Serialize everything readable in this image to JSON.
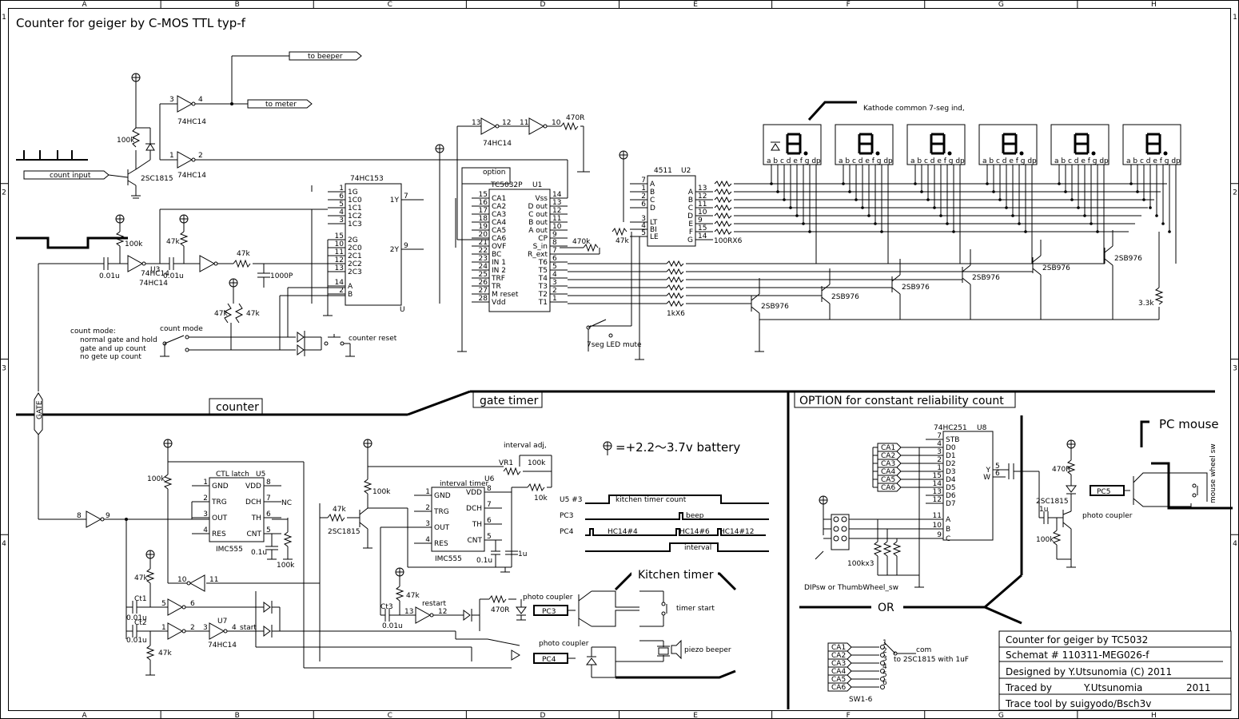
{
  "title": "Counter for geiger  by C-MOS TTL typ-f",
  "border": {
    "col_labels": [
      "A",
      "B",
      "C",
      "D",
      "E",
      "F",
      "G",
      "H"
    ],
    "row_labels": [
      "1",
      "2",
      "3",
      "4"
    ]
  },
  "sections": {
    "counter": "counter",
    "gate_timer": "gate timer",
    "option": "OPTION for constant reliability count",
    "or": "OR",
    "kitchen_timer": "Kitchen timer",
    "pc_mouse": "PC mouse",
    "gate": "GATE"
  },
  "battery_note": "=+2.2～3.7v battery",
  "top_left": {
    "to_beeper": "to beeper",
    "to_meter": "to meter",
    "count_input": "count input",
    "inv_chip": "74HC14",
    "transistor": "2SC1815",
    "r100k": "100k",
    "pins": [
      "3",
      "4",
      "1",
      "2"
    ]
  },
  "mux": {
    "name": "74HC153",
    "unit": "U",
    "left_pins": [
      {
        "pin": "1",
        "label": "1G"
      },
      {
        "pin": "6",
        "label": "1C0"
      },
      {
        "pin": "5",
        "label": "1C1"
      },
      {
        "pin": "4",
        "label": "1C2"
      },
      {
        "pin": "3",
        "label": "1C3"
      },
      {
        "pin": "15",
        "label": "2G"
      },
      {
        "pin": "10",
        "label": "2C0"
      },
      {
        "pin": "11",
        "label": "2C1"
      },
      {
        "pin": "12",
        "label": "2C2"
      },
      {
        "pin": "13",
        "label": "2C3"
      },
      {
        "pin": "14",
        "label": "A"
      },
      {
        "pin": "2",
        "label": "B"
      }
    ],
    "right_pins": [
      {
        "pin": "7",
        "label": "1Y"
      },
      {
        "pin": "9",
        "label": "2Y"
      }
    ]
  },
  "counter_chip": {
    "name": "TC5032P",
    "unit": "U1",
    "option": "option",
    "left_pins": [
      {
        "pin": "15",
        "label": "CA1"
      },
      {
        "pin": "16",
        "label": "CA2"
      },
      {
        "pin": "17",
        "label": "CA3"
      },
      {
        "pin": "18",
        "label": "CA4"
      },
      {
        "pin": "19",
        "label": "CA5"
      },
      {
        "pin": "20",
        "label": "CA6"
      },
      {
        "pin": "21",
        "label": "OVF"
      },
      {
        "pin": "22",
        "label": "BC"
      },
      {
        "pin": "23",
        "label": "IN 1"
      },
      {
        "pin": "24",
        "label": "IN 2"
      },
      {
        "pin": "25",
        "label": "TRF"
      },
      {
        "pin": "26",
        "label": "TR"
      },
      {
        "pin": "27",
        "label": "M reset"
      },
      {
        "pin": "28",
        "label": "Vdd"
      }
    ],
    "right_pins": [
      {
        "pin": "14",
        "label": "Vss"
      },
      {
        "pin": "13",
        "label": "D out"
      },
      {
        "pin": "12",
        "label": "C out"
      },
      {
        "pin": "11",
        "label": "B out"
      },
      {
        "pin": "10",
        "label": "A out"
      },
      {
        "pin": "9",
        "label": "CP"
      },
      {
        "pin": "8",
        "label": "S_in"
      },
      {
        "pin": "7",
        "label": "R_ext"
      },
      {
        "pin": "6",
        "label": "T6"
      },
      {
        "pin": "5",
        "label": "T5"
      },
      {
        "pin": "4",
        "label": "T4"
      },
      {
        "pin": "3",
        "label": "T3"
      },
      {
        "pin": "2",
        "label": "T2"
      },
      {
        "pin": "1",
        "label": "T1"
      }
    ],
    "r470k": "470k",
    "r47k": "47k"
  },
  "decoder": {
    "name": "4511",
    "unit": "U2",
    "left_pins": [
      {
        "pin": "7",
        "label": "A"
      },
      {
        "pin": "1",
        "label": "B"
      },
      {
        "pin": "2",
        "label": "C"
      },
      {
        "pin": "6",
        "label": "D"
      },
      {
        "pin": "3",
        "label": "LT"
      },
      {
        "pin": "4",
        "label": "BI"
      },
      {
        "pin": "5",
        "label": "LE"
      }
    ],
    "right_pins": [
      {
        "pin": "13",
        "label": "A"
      },
      {
        "pin": "12",
        "label": "B"
      },
      {
        "pin": "11",
        "label": "C"
      },
      {
        "pin": "10",
        "label": "D"
      },
      {
        "pin": "9",
        "label": "E"
      },
      {
        "pin": "15",
        "label": "F"
      },
      {
        "pin": "14",
        "label": "G"
      }
    ],
    "resistor_array": "100RX6",
    "base_array": "1kX6",
    "r470r": "470R",
    "inv": "74HC14"
  },
  "display": {
    "label": "Kathode common 7-seg ind,",
    "seg_letters": "a b c d e f g dp",
    "transistor": "2SB976",
    "r33k": "3.3k",
    "mute": "7seg LED mute"
  },
  "input_section": {
    "chip": "74HC14",
    "unit": "U3",
    "c1": "0.01u",
    "c2": "0.01u",
    "c3": "1000P",
    "r100k": "100k",
    "r47k": "47k",
    "count_mode_title": "count mode",
    "count_mode": [
      "count mode:",
      "normal   gate and hold",
      "gate and up count",
      "no gete up count"
    ],
    "counter_reset": "counter reset"
  },
  "latch": {
    "title": "CTL latch",
    "unit": "U5",
    "type": "IMC555",
    "left": [
      {
        "pin": "1",
        "label": "GND"
      },
      {
        "pin": "2",
        "label": "TRG"
      },
      {
        "pin": "3",
        "label": "OUT"
      },
      {
        "pin": "4",
        "label": "RES"
      }
    ],
    "right": [
      {
        "pin": "8",
        "label": "VDD"
      },
      {
        "pin": "7",
        "label": "DCH"
      },
      {
        "pin": "6",
        "label": "TH"
      },
      {
        "pin": "5",
        "label": "CNT"
      }
    ],
    "nc": "NC",
    "c01": "0.1u",
    "r100k": "100k",
    "r100k_b": "100k"
  },
  "interval": {
    "title": "interval timer",
    "unit": "U6",
    "type": "IMC555",
    "left": [
      {
        "pin": "1",
        "label": "GND"
      },
      {
        "pin": "2",
        "label": "TRG"
      },
      {
        "pin": "3",
        "label": "OUT"
      },
      {
        "pin": "4",
        "label": "RES"
      }
    ],
    "right": [
      {
        "pin": "8",
        "label": "VDD"
      },
      {
        "pin": "7",
        "label": "DCH"
      },
      {
        "pin": "6",
        "label": "TH"
      },
      {
        "pin": "5",
        "label": "CNT"
      }
    ],
    "adj": "interval adj,",
    "vr": "VR1",
    "r100k": "100k",
    "r10k": "10k",
    "c01": "0.1u",
    "c1": "1u",
    "r100k_b": "100k",
    "r47k": "47k",
    "tr": "2SC1815"
  },
  "gate_logic": {
    "chip": "74HC14",
    "unit": "U7",
    "ct1": "Ct1",
    "ct2": "Ct2",
    "ct3": "Ct3",
    "c001": "0.01u",
    "c001b": "0.01u",
    "c001c": "0.01u",
    "r47k": "47k",
    "r47k_b": "47k",
    "r47k_c": "47k",
    "start": "start",
    "restart": "restart",
    "r470r": "470R",
    "pins": [
      "8",
      "9",
      "10",
      "11",
      "5",
      "6",
      "1",
      "2",
      "3",
      "4",
      "13",
      "12"
    ]
  },
  "timing": {
    "rows": [
      "U5 #3",
      "PC3",
      "PC4"
    ],
    "kitchen_timer_count": "kitchen timer count",
    "beep": "beep",
    "hc14_4": "HC14#4",
    "hc14_6": "HC14#6",
    "hc14_12": "HC14#12",
    "interval": "interval"
  },
  "kitchen": {
    "photo_coupler": "photo coupler",
    "pc3": "PC3",
    "pc4": "PC4",
    "timer_start": "timer start",
    "piezo": "piezo beeper"
  },
  "option_mux": {
    "name": "74HC251",
    "unit": "U8",
    "left": [
      {
        "pin": "7",
        "label": "STB"
      },
      {
        "pin": "4",
        "label": "D0"
      },
      {
        "pin": "3",
        "label": "D1"
      },
      {
        "pin": "2",
        "label": "D2"
      },
      {
        "pin": "1",
        "label": "D3"
      },
      {
        "pin": "15",
        "label": "D4"
      },
      {
        "pin": "14",
        "label": "D5"
      },
      {
        "pin": "13",
        "label": "D6"
      },
      {
        "pin": "12",
        "label": "D7"
      },
      {
        "pin": "11",
        "label": "A"
      },
      {
        "pin": "10",
        "label": "B"
      },
      {
        "pin": "9",
        "label": "C"
      }
    ],
    "right": [
      {
        "pin": "5",
        "label": "Y"
      },
      {
        "pin": "6",
        "label": "W"
      }
    ],
    "ca": [
      "CA1",
      "CA2",
      "CA3",
      "CA4",
      "CA5",
      "CA6"
    ],
    "r100k3": "100kx3",
    "dip": "DIPsw or ThumbWheel_sw"
  },
  "mouse": {
    "r470r": "470R",
    "pc5": "PC5",
    "tr": "2SC1815",
    "c1u": "1u",
    "r100k": "100k",
    "pc": "photo coupler",
    "wheel": "mouse wheel sw"
  },
  "switch": {
    "ca": [
      "CA1",
      "CA2",
      "CA3",
      "CA4",
      "CA5",
      "CA6"
    ],
    "com": "com",
    "to": "to 2SC1815 with 1uF",
    "name": "SW1-6",
    "pins": [
      "1",
      "2",
      "3",
      "4",
      "5",
      "6"
    ]
  },
  "title_block": {
    "line1": "Counter for geiger  by TC5032",
    "line2": "Schemat # 110311-MEG026-f",
    "line3": "Designed by Y.Utsunomia  (C) 2011",
    "line4a": "Traced by",
    "line4b": "Y.Utsunomia",
    "line4c": "2011",
    "line5": "Trace tool by suigyodo/Bsch3v"
  }
}
